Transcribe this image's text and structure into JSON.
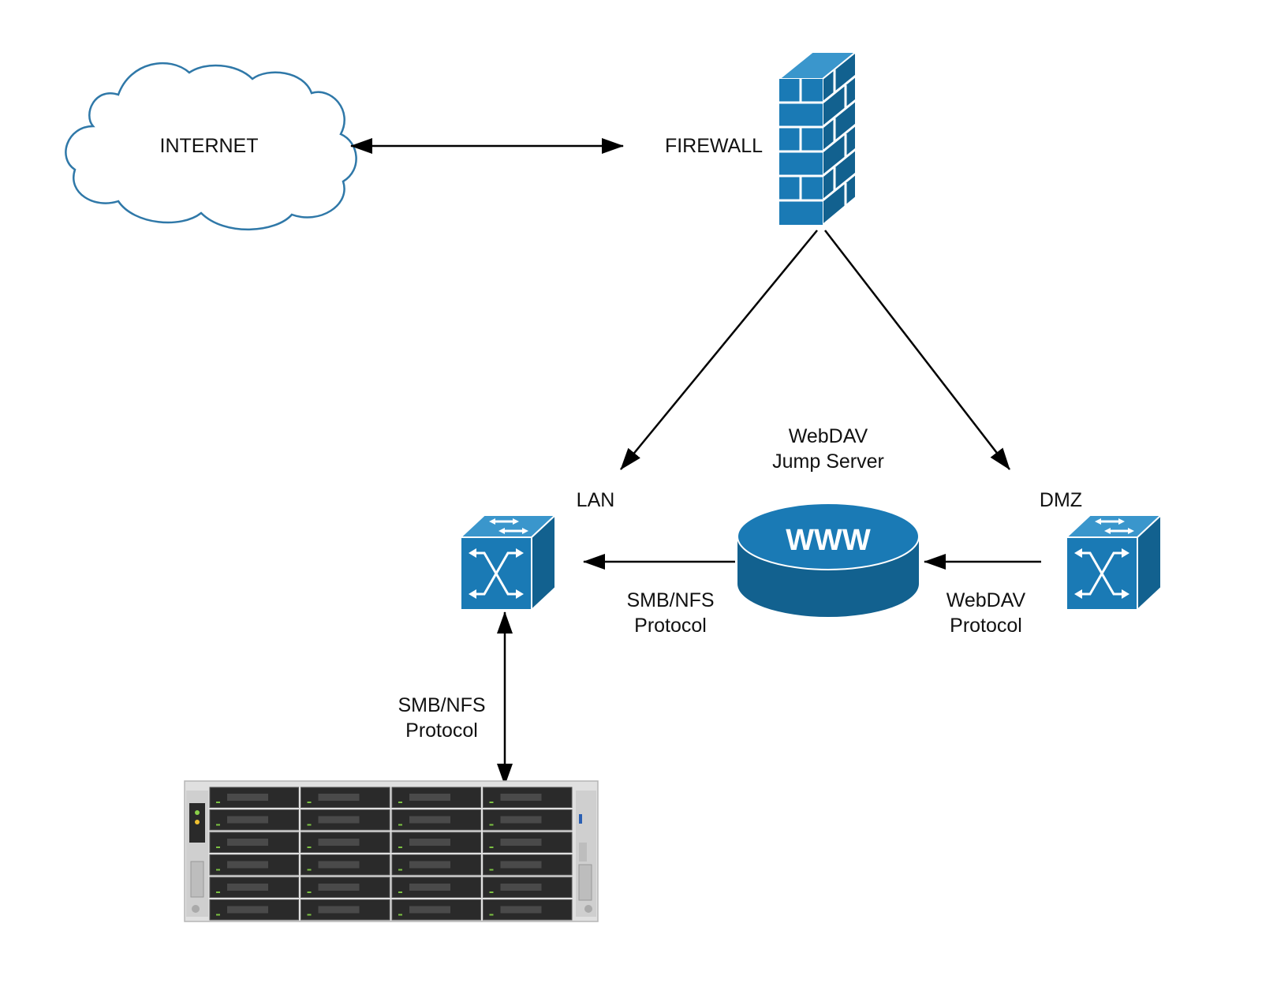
{
  "nodes": {
    "internet": {
      "label": "INTERNET",
      "icon": "cloud-icon"
    },
    "firewall": {
      "label": "FIREWALL",
      "icon": "firewall-brick-icon"
    },
    "lan_switch": {
      "label": "LAN",
      "icon": "network-switch-icon"
    },
    "dmz_switch": {
      "label": "DMZ",
      "icon": "network-switch-icon"
    },
    "jump_server": {
      "label_line1": "WebDAV",
      "label_line2": "Jump Server",
      "icon": "www-server-icon",
      "icon_text": "WWW"
    },
    "storage": {
      "icon": "storage-rack-icon"
    }
  },
  "edges": {
    "jump_to_lan": {
      "label_line1": "SMB/NFS",
      "label_line2": "Protocol"
    },
    "dmz_to_jump": {
      "label_line1": "WebDAV",
      "label_line2": "Protocol"
    },
    "lan_to_storage": {
      "label_line1": "SMB/NFS",
      "label_line2": "Protocol"
    }
  },
  "colors": {
    "icon_blue": "#1a7ab5",
    "icon_blue_dark": "#12618f",
    "icon_blue_light": "#3a96cc",
    "cloud_stroke": "#2f78a8",
    "line": "#000000",
    "storage_body": "#d9d9d9",
    "storage_drive": "#2a2a2a"
  }
}
